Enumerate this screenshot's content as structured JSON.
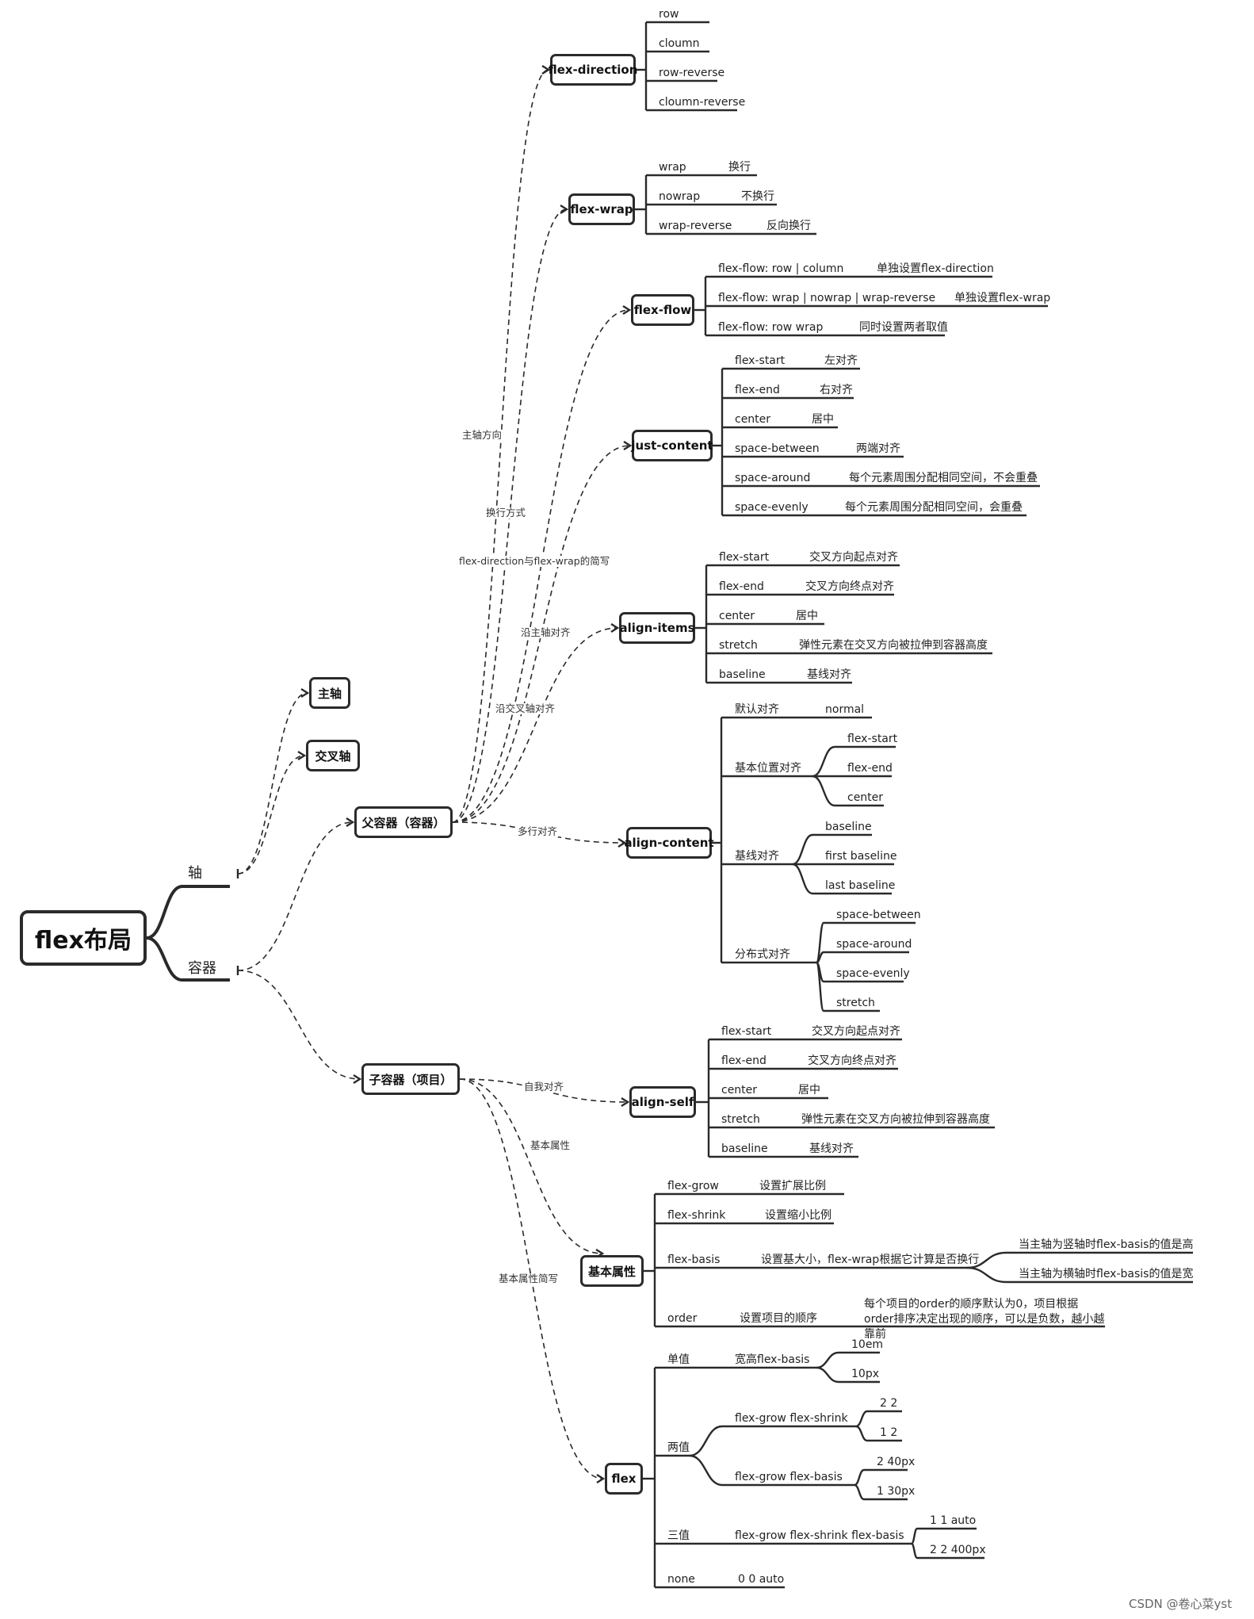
{
  "root": "flex布局",
  "axis": {
    "label": "轴",
    "main": "主轴",
    "cross": "交叉轴"
  },
  "container": {
    "label": "容器",
    "parent": "父容器（容器）",
    "child": "子容器（项目）"
  },
  "edges": {
    "dir": "主轴方向",
    "wrap": "换行方式",
    "flow": "flex-direction与flex-wrap的简写",
    "just": "沿主轴对齐",
    "items": "沿交叉轴对齐",
    "content": "多行对齐",
    "self": "自我对齐",
    "basic": "基本属性",
    "flex": "基本属性简写"
  },
  "flex_direction": {
    "title": "flex-direction",
    "items": [
      "row",
      "cloumn",
      "row-reverse",
      "cloumn-reverse"
    ]
  },
  "flex_wrap": {
    "title": "flex-wrap",
    "items": [
      {
        "key": "wrap",
        "desc": "换行"
      },
      {
        "key": "nowrap",
        "desc": "不换行"
      },
      {
        "key": "wrap-reverse",
        "desc": "反向换行"
      }
    ]
  },
  "flex_flow": {
    "title": "flex-flow",
    "items": [
      {
        "key": "flex-flow:  row | column",
        "desc": "单独设置flex-direction"
      },
      {
        "key": "flex-flow:  wrap | nowrap | wrap-reverse",
        "desc": "单独设置flex-wrap"
      },
      {
        "key": "flex-flow:  row wrap",
        "desc": "同时设置两者取值"
      }
    ]
  },
  "just_content": {
    "title": "just-content",
    "items": [
      {
        "key": "flex-start",
        "desc": "左对齐"
      },
      {
        "key": "flex-end",
        "desc": "右对齐"
      },
      {
        "key": "center",
        "desc": "居中"
      },
      {
        "key": "space-between",
        "desc": "两端对齐"
      },
      {
        "key": "space-around",
        "desc": "每个元素周围分配相同空间，不会重叠"
      },
      {
        "key": "space-evenly",
        "desc": "每个元素周围分配相同空间，会重叠"
      }
    ]
  },
  "align_items": {
    "title": "align-items",
    "items": [
      {
        "key": "flex-start",
        "desc": "交叉方向起点对齐"
      },
      {
        "key": "flex-end",
        "desc": "交叉方向终点对齐"
      },
      {
        "key": "center",
        "desc": "居中"
      },
      {
        "key": "stretch",
        "desc": "弹性元素在交叉方向被拉伸到容器高度"
      },
      {
        "key": "baseline",
        "desc": "基线对齐"
      }
    ]
  },
  "align_content": {
    "title": "align-content",
    "default": {
      "key": "默认对齐",
      "desc": "normal"
    },
    "basic": {
      "label": "基本位置对齐",
      "items": [
        "flex-start",
        "flex-end",
        "center"
      ]
    },
    "baseline": {
      "label": "基线对齐",
      "items": [
        "baseline",
        "first baseline",
        "last baseline"
      ]
    },
    "dist": {
      "label": "分布式对齐",
      "items": [
        "space-between",
        "space-around",
        "space-evenly",
        "stretch"
      ]
    }
  },
  "align_self": {
    "title": "align-self",
    "items": [
      {
        "key": "flex-start",
        "desc": "交叉方向起点对齐"
      },
      {
        "key": "flex-end",
        "desc": "交叉方向终点对齐"
      },
      {
        "key": "center",
        "desc": "居中"
      },
      {
        "key": "stretch",
        "desc": "弹性元素在交叉方向被拉伸到容器高度"
      },
      {
        "key": "baseline",
        "desc": "基线对齐"
      }
    ]
  },
  "basic_props": {
    "title": "基本属性",
    "grow": {
      "key": "flex-grow",
      "desc": "设置扩展比例"
    },
    "shrink": {
      "key": "flex-shrink",
      "desc": "设置缩小比例"
    },
    "basis": {
      "key": "flex-basis",
      "desc": "设置基大小，flex-wrap根据它计算是否换行",
      "sub": [
        "当主轴为竖轴时flex-basis的值是高",
        "当主轴为横轴时flex-basis的值是宽"
      ]
    },
    "order": {
      "key": "order",
      "desc": "设置项目的顺序",
      "note": "每个项目的order的顺序默认为0，项目根据order排序决定出现的顺序，可以是负数，越小越靠前"
    }
  },
  "flex": {
    "title": "flex",
    "single": {
      "label": "单值",
      "sub": "宽高flex-basis",
      "values": [
        "10em",
        "10px"
      ]
    },
    "double": {
      "label": "两值",
      "a": {
        "label": "flex-grow flex-shrink",
        "values": [
          "2 2",
          "1 2"
        ]
      },
      "b": {
        "label": "flex-grow flex-basis",
        "values": [
          "2 40px",
          "1 30px"
        ]
      }
    },
    "triple": {
      "label": "三值",
      "sub": "flex-grow flex-shrink flex-basis",
      "values": [
        "1 1 auto",
        "2 2 400px"
      ]
    },
    "none": {
      "label": "none",
      "value": "0 0 auto"
    }
  },
  "watermark": "CSDN @卷心菜yst"
}
